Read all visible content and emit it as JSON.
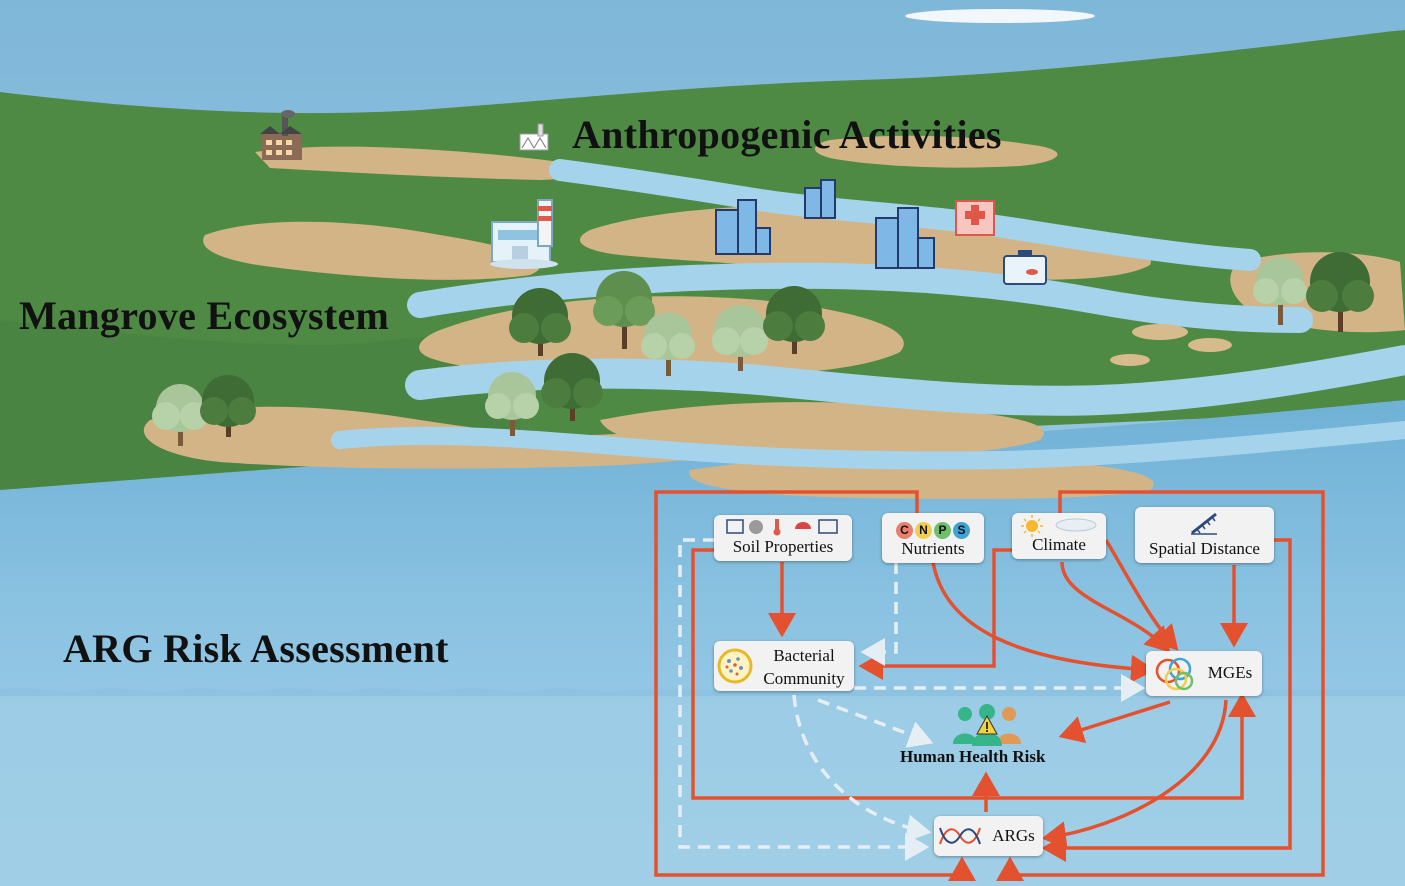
{
  "labels": {
    "anthropogenic": "Anthropogenic Activities",
    "mangrove": "Mangrove Ecosystem",
    "arg_risk": "ARG Risk Assessment"
  },
  "nodes": {
    "soil_properties": "Soil Properties",
    "nutrients": "Nutrients",
    "nutrient_letters": [
      "C",
      "N",
      "P",
      "S"
    ],
    "climate": "Climate",
    "spatial_distance": "Spatial Distance",
    "bacterial_line1": "Bacterial",
    "bacterial_line2": "Community",
    "mges": "MGEs",
    "human_health_risk": "Human Health Risk",
    "args": "ARGs"
  },
  "colors": {
    "sky": "#8fc3e0",
    "water": "#9dcbe4",
    "land": "#4f8a45",
    "mudflat": "#d2b486",
    "positive_arrow": "#e4512e",
    "negative_arrow": "#e6eef5",
    "nutrient_C": "#e9806c",
    "nutrient_N": "#f1cf4c",
    "nutrient_P": "#6dbf6a",
    "nutrient_S": "#3fa3d6"
  },
  "icons": [
    "factory-icon",
    "industry-icon",
    "plant-icon",
    "building-icon",
    "hospital-icon",
    "aquaculture-icon",
    "mangrove-tree-icon",
    "soil-icon",
    "sun-cloud-icon",
    "ruler-icon",
    "bacteria-icon",
    "mge-rings-icon",
    "people-warning-icon",
    "dna-icon"
  ]
}
